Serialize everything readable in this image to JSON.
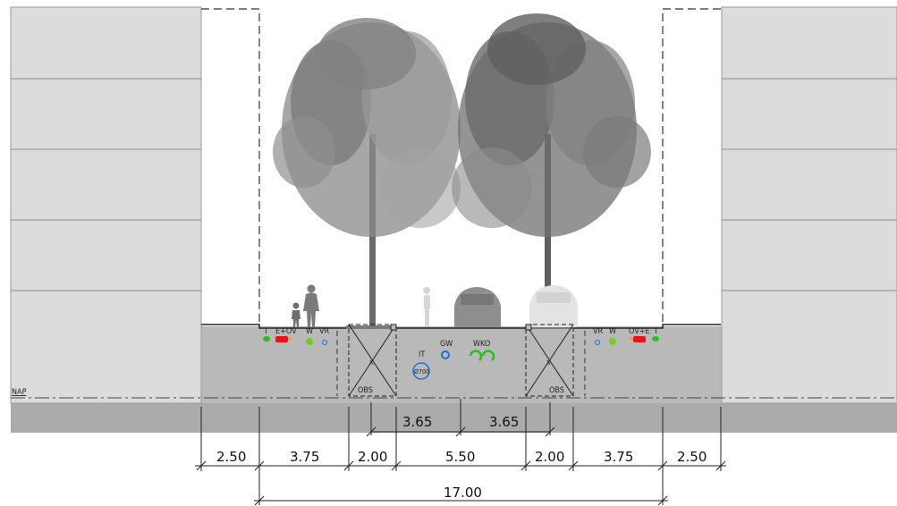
{
  "labels": {
    "nap": "NAP",
    "obs_left": "OBS",
    "obs_right": "OBS",
    "it": "IT",
    "pipe": "Ø700",
    "gw": "GW",
    "wko": "WKO",
    "util_left": [
      "T",
      "E+OV",
      "W",
      "VR"
    ],
    "util_right": [
      "VR",
      "W",
      "OV+E",
      "T"
    ]
  },
  "dimensions": {
    "lanes": [
      "3.65",
      "3.65"
    ],
    "profile": [
      "2.50",
      "3.75",
      "2.00",
      "5.50",
      "2.00",
      "3.75",
      "2.50"
    ],
    "total": "17.00"
  },
  "colors": {
    "building": "#dcdcdc",
    "ground": "#b8b8b8",
    "ground_dark": "#a9a9a9",
    "tree": "#6e6e6e",
    "utility_red": "#e8141b",
    "utility_green": "#22c21c",
    "utility_blue": "#1e6fd9",
    "figure": "#8a8a8a"
  }
}
